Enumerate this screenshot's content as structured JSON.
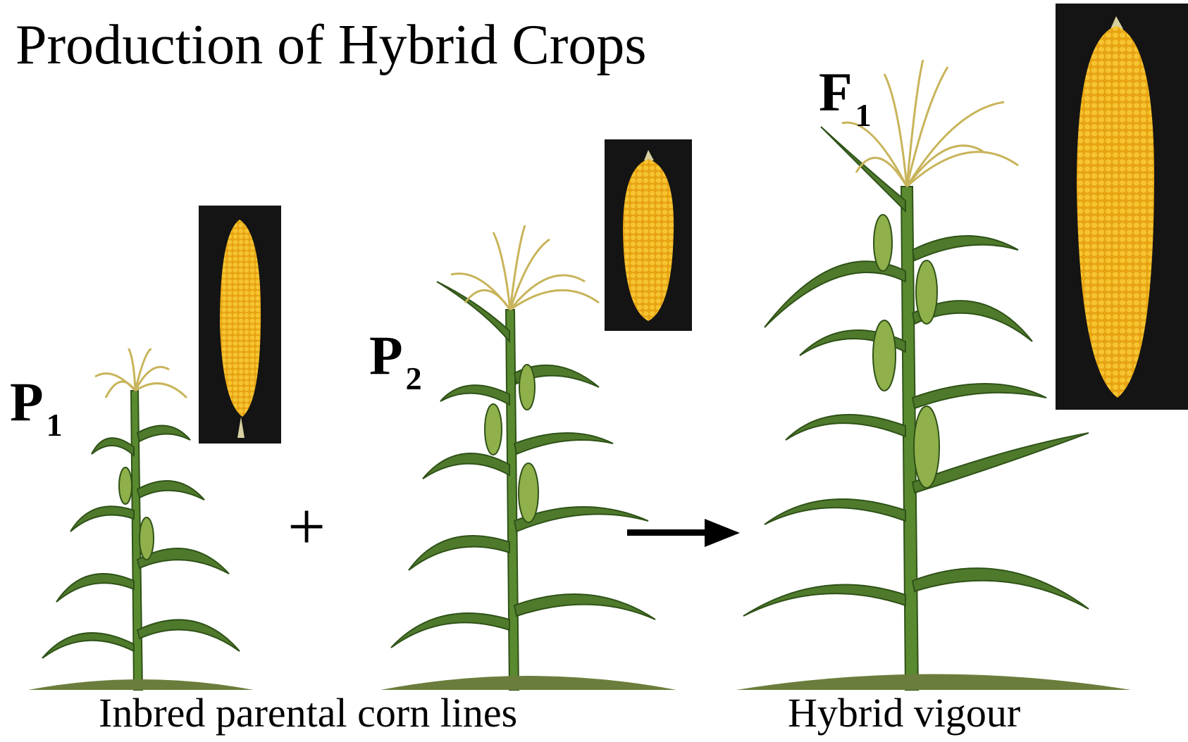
{
  "title": "Production of Hybrid Crops",
  "labels": {
    "p1": {
      "letter": "P",
      "sub": "1"
    },
    "p2": {
      "letter": "P",
      "sub": "2"
    },
    "f1": {
      "letter": "F",
      "sub": "1"
    }
  },
  "operators": {
    "plus": "+"
  },
  "captions": {
    "parents": "Inbred parental corn lines",
    "hybrid": "Hybrid vigour"
  },
  "colors": {
    "background": "#ffffff",
    "leaf": "#4f7a2c",
    "leaf_dark": "#2f5218",
    "kernel": "#f2b417",
    "photo_bg": "#141414",
    "tassel": "#c8b45a"
  }
}
